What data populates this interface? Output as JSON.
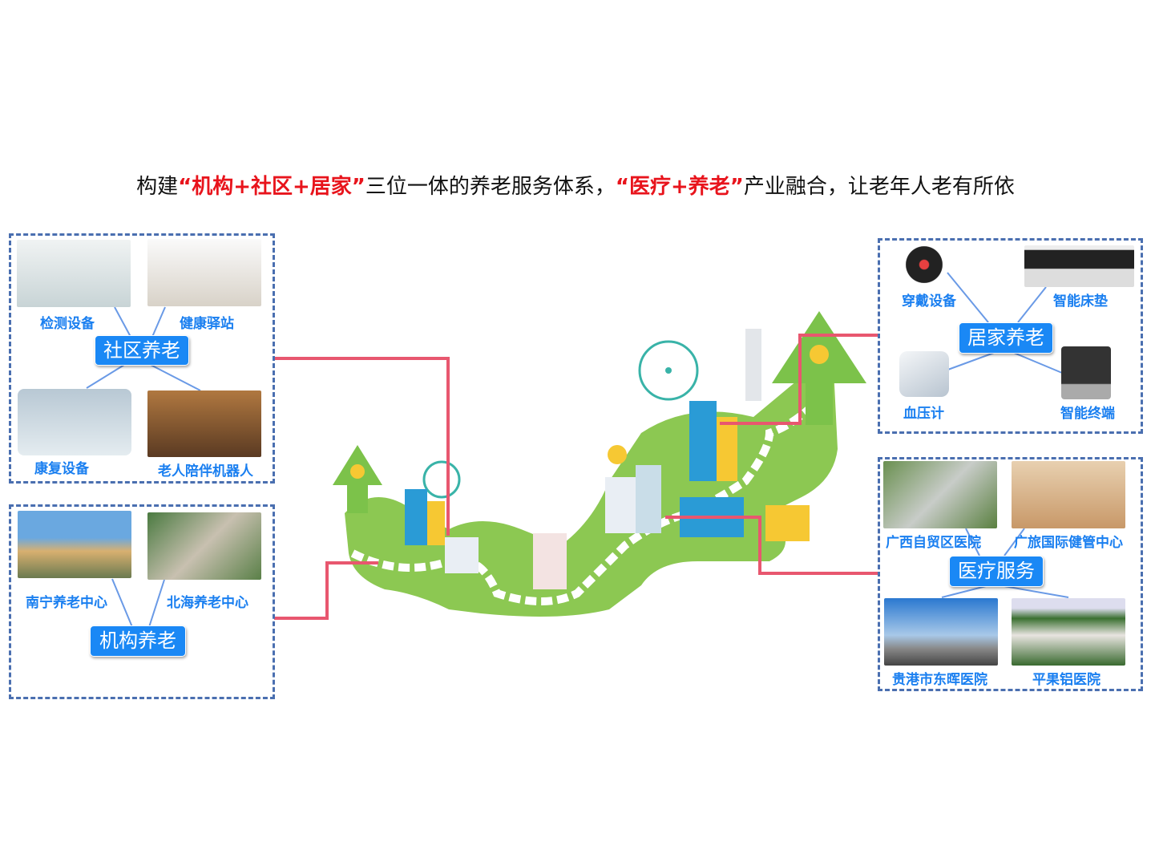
{
  "title": {
    "part1": "构建",
    "highlight1": "“机构+社区+居家”",
    "part2": "三位一体的养老服务体系，",
    "highlight2": "“医疗+养老”",
    "part3": "产业融合，让老年人老有所依"
  },
  "colors": {
    "accent_blue": "#1a88f5",
    "label_blue": "#1a7ff0",
    "highlight_red": "#e8141c",
    "connector": "#e8576f",
    "border": "#4a6fb0",
    "green": "#7cc24a"
  },
  "community": {
    "center": "社区养老",
    "items": [
      {
        "label": "检测设备"
      },
      {
        "label": "健康驿站"
      },
      {
        "label": "康复设备"
      },
      {
        "label": "老人陪伴机器人"
      }
    ]
  },
  "institution": {
    "center": "机构养老",
    "items": [
      {
        "label": "南宁养老中心"
      },
      {
        "label": "北海养老中心"
      }
    ]
  },
  "home": {
    "center": "居家养老",
    "items": [
      {
        "label": "穿戴设备"
      },
      {
        "label": "智能床垫"
      },
      {
        "label": "血压计"
      },
      {
        "label": "智能终端"
      }
    ]
  },
  "medical": {
    "center": "医疗服务",
    "items": [
      {
        "label": "广西自贸区医院"
      },
      {
        "label": "广旅国际健管中心"
      },
      {
        "label": "贵港市东晖医院"
      },
      {
        "label": "平果铝医院"
      }
    ]
  }
}
